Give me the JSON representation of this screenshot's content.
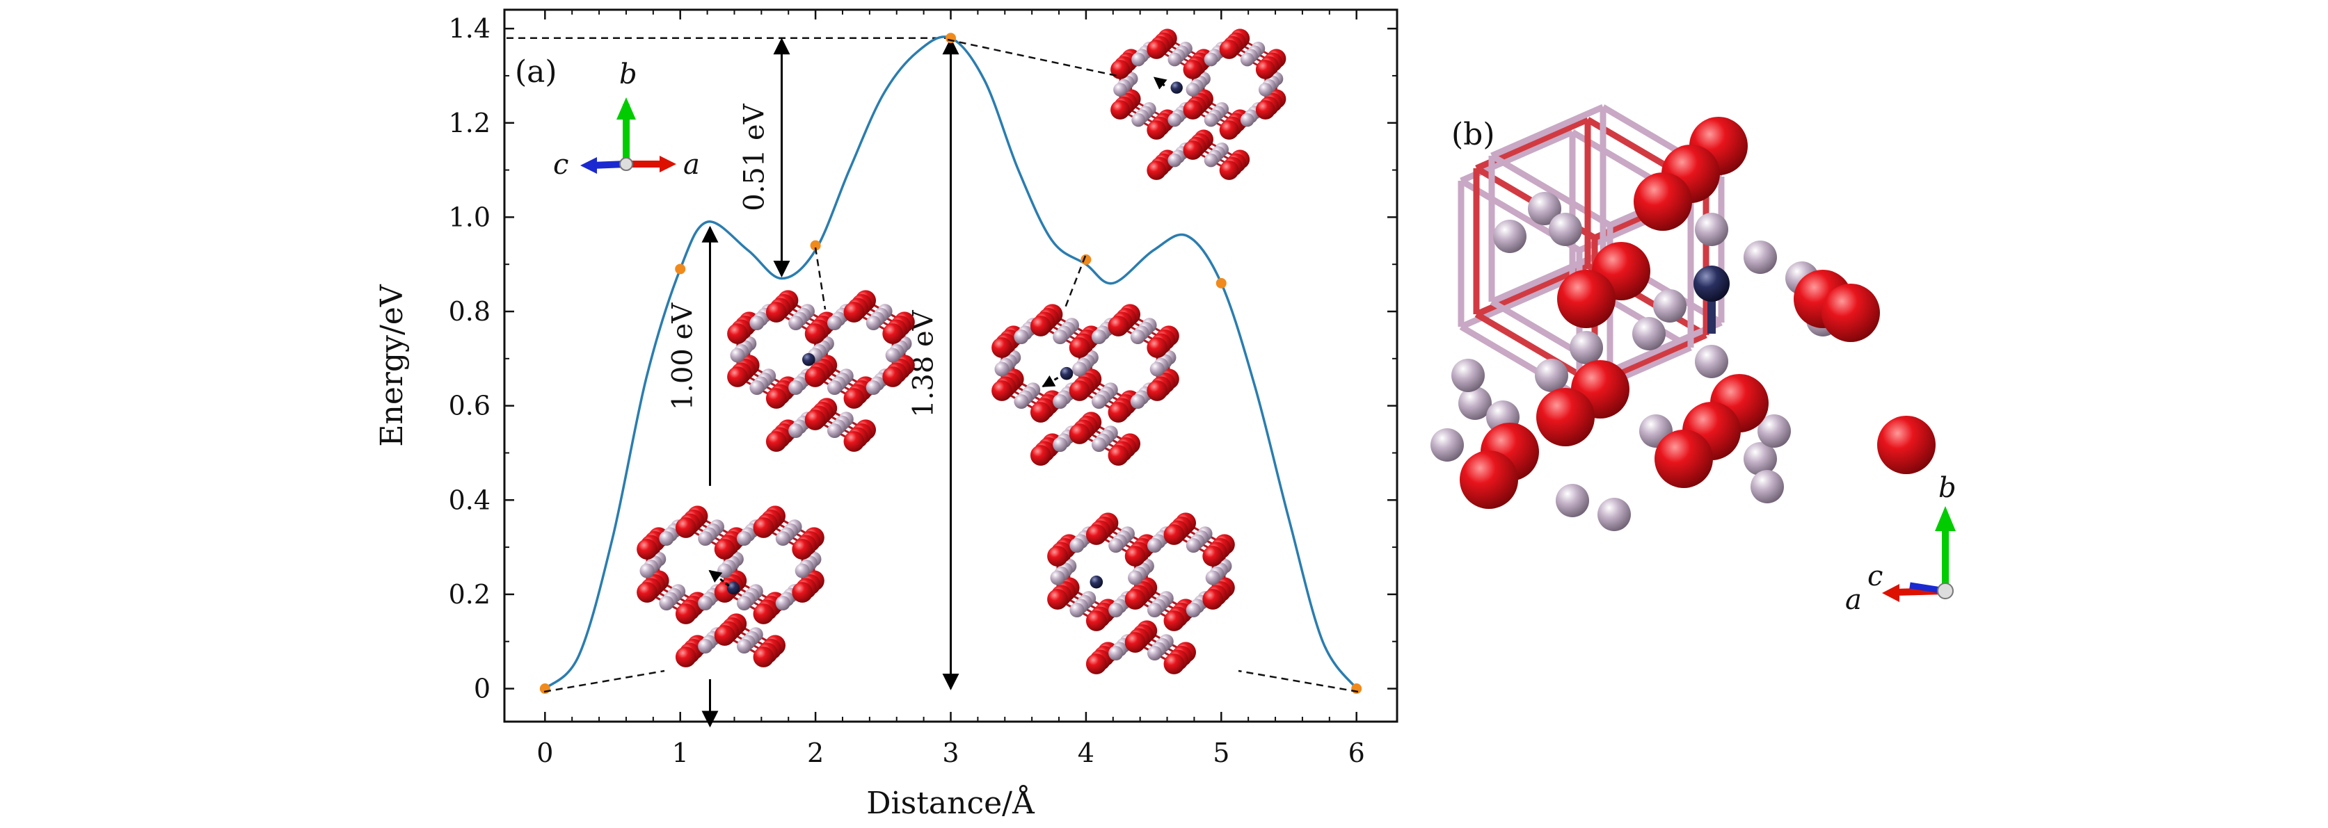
{
  "chart_data": {
    "type": "line",
    "panel_label": "(a)",
    "xlabel": "Distance/Å",
    "ylabel": "Energy/eV",
    "xlim": [
      -0.3,
      6.3
    ],
    "ylim": [
      -0.07,
      1.44
    ],
    "xticks": [
      0,
      1,
      2,
      3,
      4,
      5,
      6
    ],
    "yticks": [
      0,
      0.2,
      0.4,
      0.6,
      0.8,
      1.0,
      1.2,
      1.4
    ],
    "ytick_labels": [
      "0",
      "0.2",
      "0.4",
      "0.6",
      "0.8",
      "1.0",
      "1.2",
      "1.4"
    ],
    "grid": false,
    "series": [
      {
        "color": "#2a7db0",
        "curve": [
          [
            0,
            0
          ],
          [
            0.25,
            0.07
          ],
          [
            0.5,
            0.32
          ],
          [
            0.75,
            0.66
          ],
          [
            1.0,
            0.89
          ],
          [
            1.2,
            0.99
          ],
          [
            1.5,
            0.93
          ],
          [
            1.75,
            0.87
          ],
          [
            2.0,
            0.93
          ],
          [
            2.25,
            1.1
          ],
          [
            2.5,
            1.26
          ],
          [
            2.75,
            1.35
          ],
          [
            3.0,
            1.38
          ],
          [
            3.25,
            1.29
          ],
          [
            3.5,
            1.1
          ],
          [
            3.75,
            0.95
          ],
          [
            4.0,
            0.9
          ],
          [
            4.2,
            0.86
          ],
          [
            4.5,
            0.93
          ],
          [
            4.75,
            0.96
          ],
          [
            5.0,
            0.86
          ],
          [
            5.25,
            0.64
          ],
          [
            5.5,
            0.36
          ],
          [
            5.75,
            0.1
          ],
          [
            6.0,
            0
          ]
        ],
        "points": [
          [
            0,
            0
          ],
          [
            1,
            0.89
          ],
          [
            2,
            0.94
          ],
          [
            3,
            1.38
          ],
          [
            4,
            0.91
          ],
          [
            5,
            0.86
          ],
          [
            6,
            0
          ]
        ],
        "point_color": "#f08a1c"
      }
    ],
    "annotations": [
      {
        "text": "1.00 eV",
        "x": 1.22,
        "from": 0,
        "to": 0.99
      },
      {
        "text": "0.51 eV",
        "x": 1.75,
        "from": 0.87,
        "to": 1.38
      },
      {
        "text": "1.38 eV",
        "x": 3.0,
        "from": 0,
        "to": 1.38
      }
    ]
  },
  "axis_triad_a": {
    "vertical": "b",
    "left": "c",
    "right": "a"
  },
  "panel_b": {
    "label": "(b)",
    "axis_triad": {
      "vertical": "b",
      "upper": "c",
      "left": "a"
    }
  },
  "colors": {
    "oxygen": "#e0141c",
    "host": "#b8a5bd",
    "migrating_atom": "#1f2448",
    "curve": "#2a7db0",
    "points": "#f08a1c"
  }
}
